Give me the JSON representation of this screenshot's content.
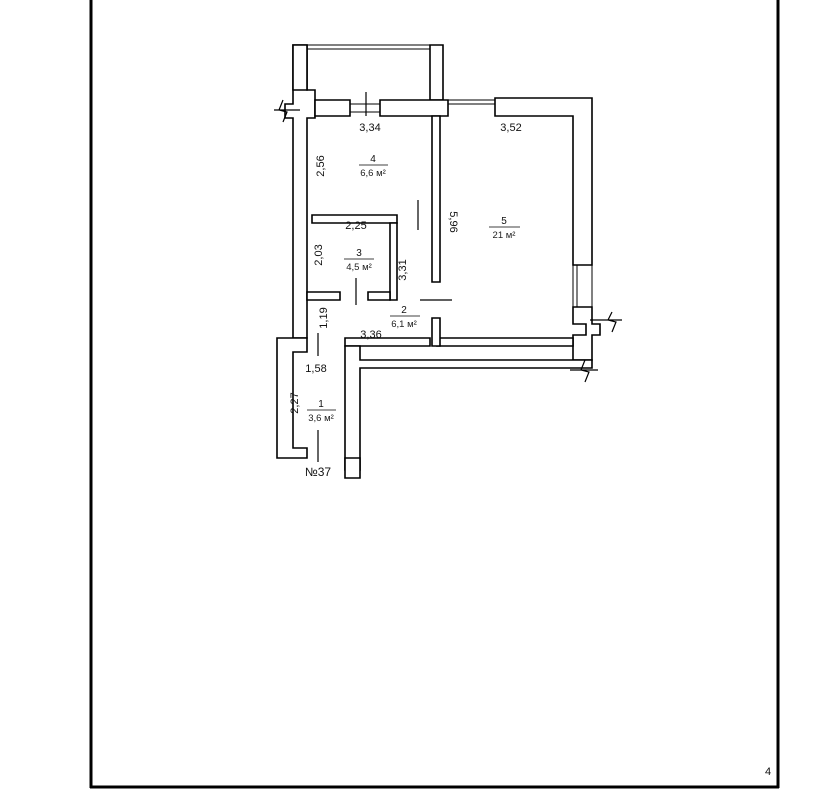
{
  "plan": {
    "apartment_label": "№37",
    "page_number": "4",
    "rooms": [
      {
        "num": "1",
        "area": "3,6 м²"
      },
      {
        "num": "2",
        "area": "6,1 м²"
      },
      {
        "num": "3",
        "area": "4,5 м²"
      },
      {
        "num": "4",
        "area": "6,6 м²"
      },
      {
        "num": "5",
        "area": "21 м²"
      }
    ],
    "dimensions": {
      "d_334": "3,34",
      "d_352": "3,52",
      "d_256": "2,56",
      "d_596": "5,96",
      "d_225": "2,25",
      "d_203": "2,03",
      "d_331": "3,31",
      "d_119": "1,19",
      "d_336": "3,36",
      "d_158": "1,58",
      "d_227": "2,27"
    }
  }
}
